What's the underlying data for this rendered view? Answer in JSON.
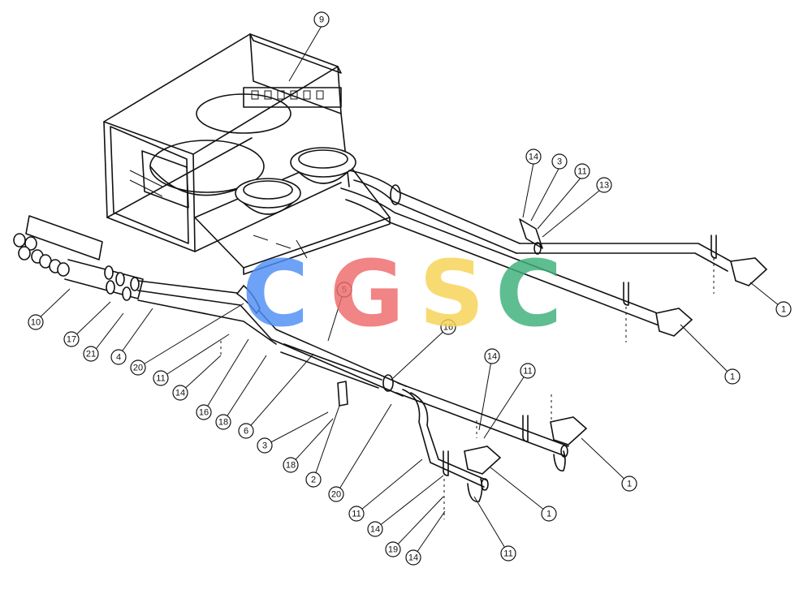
{
  "watermark": {
    "letters": [
      {
        "char": "C",
        "color": "#4f8ef5"
      },
      {
        "char": "G",
        "color": "#ee6a6a"
      },
      {
        "char": "S",
        "color": "#f7d354"
      },
      {
        "char": "C",
        "color": "#3db079"
      }
    ]
  },
  "callouts": [
    {
      "label": "9"
    },
    {
      "label": "14"
    },
    {
      "label": "3"
    },
    {
      "label": "11"
    },
    {
      "label": "13"
    },
    {
      "label": "1"
    },
    {
      "label": "1"
    },
    {
      "label": "1"
    },
    {
      "label": "1"
    },
    {
      "label": "10"
    },
    {
      "label": "17"
    },
    {
      "label": "21"
    },
    {
      "label": "4"
    },
    {
      "label": "20"
    },
    {
      "label": "11"
    },
    {
      "label": "14"
    },
    {
      "label": "16"
    },
    {
      "label": "18"
    },
    {
      "label": "6"
    },
    {
      "label": "5"
    },
    {
      "label": "16"
    },
    {
      "label": "14"
    },
    {
      "label": "11"
    },
    {
      "label": "3"
    },
    {
      "label": "18"
    },
    {
      "label": "2"
    },
    {
      "label": "20"
    },
    {
      "label": "11"
    },
    {
      "label": "14"
    },
    {
      "label": "19"
    },
    {
      "label": "14"
    },
    {
      "label": "11"
    }
  ]
}
